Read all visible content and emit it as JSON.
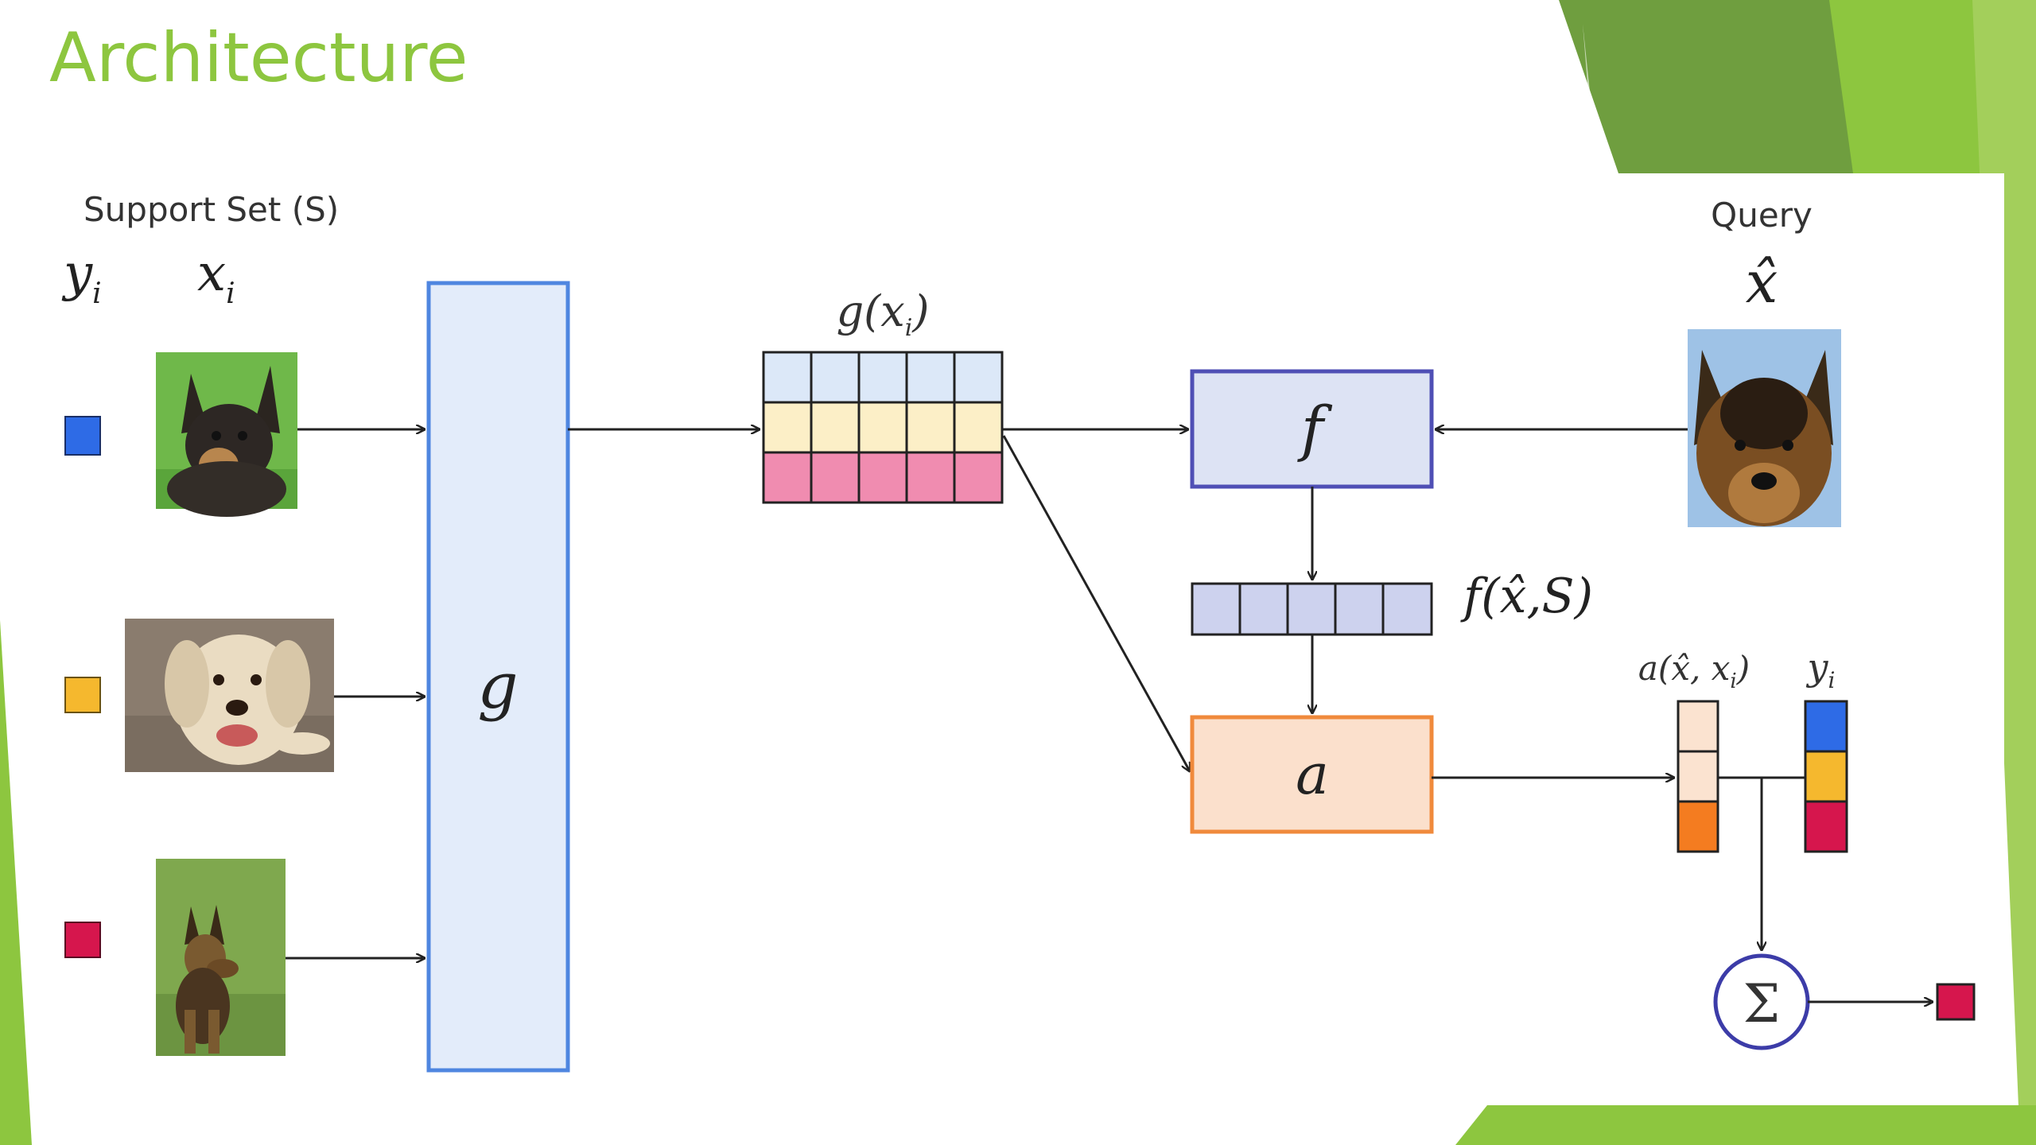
{
  "slide": {
    "title": "Architecture",
    "theme_colors": {
      "accent_green": "#8dc63f",
      "dark_green": "#6f9e3f",
      "light_green": "#a3cf5b"
    }
  },
  "diagram": {
    "support_set_label": "Support Set (S)",
    "label_y": "y",
    "label_y_sub": "i",
    "label_x": "x",
    "label_x_sub": "i",
    "query_label": "Query",
    "query_symbol": "x̂",
    "g_label": "g",
    "gx_label": "g(x",
    "gx_sub": "i",
    "gx_close": ")",
    "f_label": "f",
    "fxs_label": "f(x̂,S)",
    "a_label": "a",
    "attention_label": "a(x̂, x",
    "attention_sub": "i",
    "attention_close": ")",
    "yi_label": "y",
    "yi_sub": "i",
    "sum_symbol": "Σ",
    "support_items": [
      {
        "image": "dog-small-black-tan-photo",
        "label_color": "#2e6be6"
      },
      {
        "image": "dog-labrador-photo",
        "label_color": "#f5b82e"
      },
      {
        "image": "dog-german-shepherd-photo",
        "label_color": "#d6164d"
      }
    ],
    "query_image": "german-shepherd-head-photo",
    "embedding_row_colors": [
      "#dce8f8",
      "#fcefc7",
      "#f08cb0"
    ],
    "attention_cell_colors": [
      "#fbe3d0",
      "#fbe3d0",
      "#f47c20"
    ],
    "yi_cell_colors": [
      "#2e6be6",
      "#f5b82e",
      "#d6164d"
    ],
    "output_color": "#d6164d",
    "colors": {
      "g_fill": "#e3ecfa",
      "g_stroke": "#4f86e0",
      "f_fill": "#dde3f4",
      "f_stroke": "#4f4fb5",
      "fxs_fill": "#cdd2ee",
      "a_fill": "#fbe0cc",
      "a_stroke": "#f08a3c",
      "sum_stroke": "#3c3ca8"
    }
  }
}
